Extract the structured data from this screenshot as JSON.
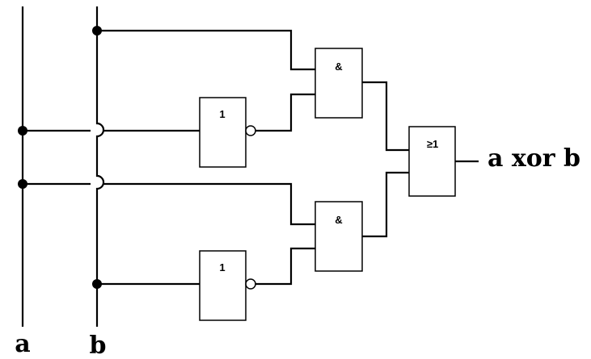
{
  "inputs": {
    "a": "a",
    "b": "b"
  },
  "gates": {
    "not_top": "1",
    "not_bottom": "1",
    "and_top": "&",
    "and_bottom": "&",
    "or": "≥1"
  },
  "output": {
    "label": "a xor b"
  }
}
